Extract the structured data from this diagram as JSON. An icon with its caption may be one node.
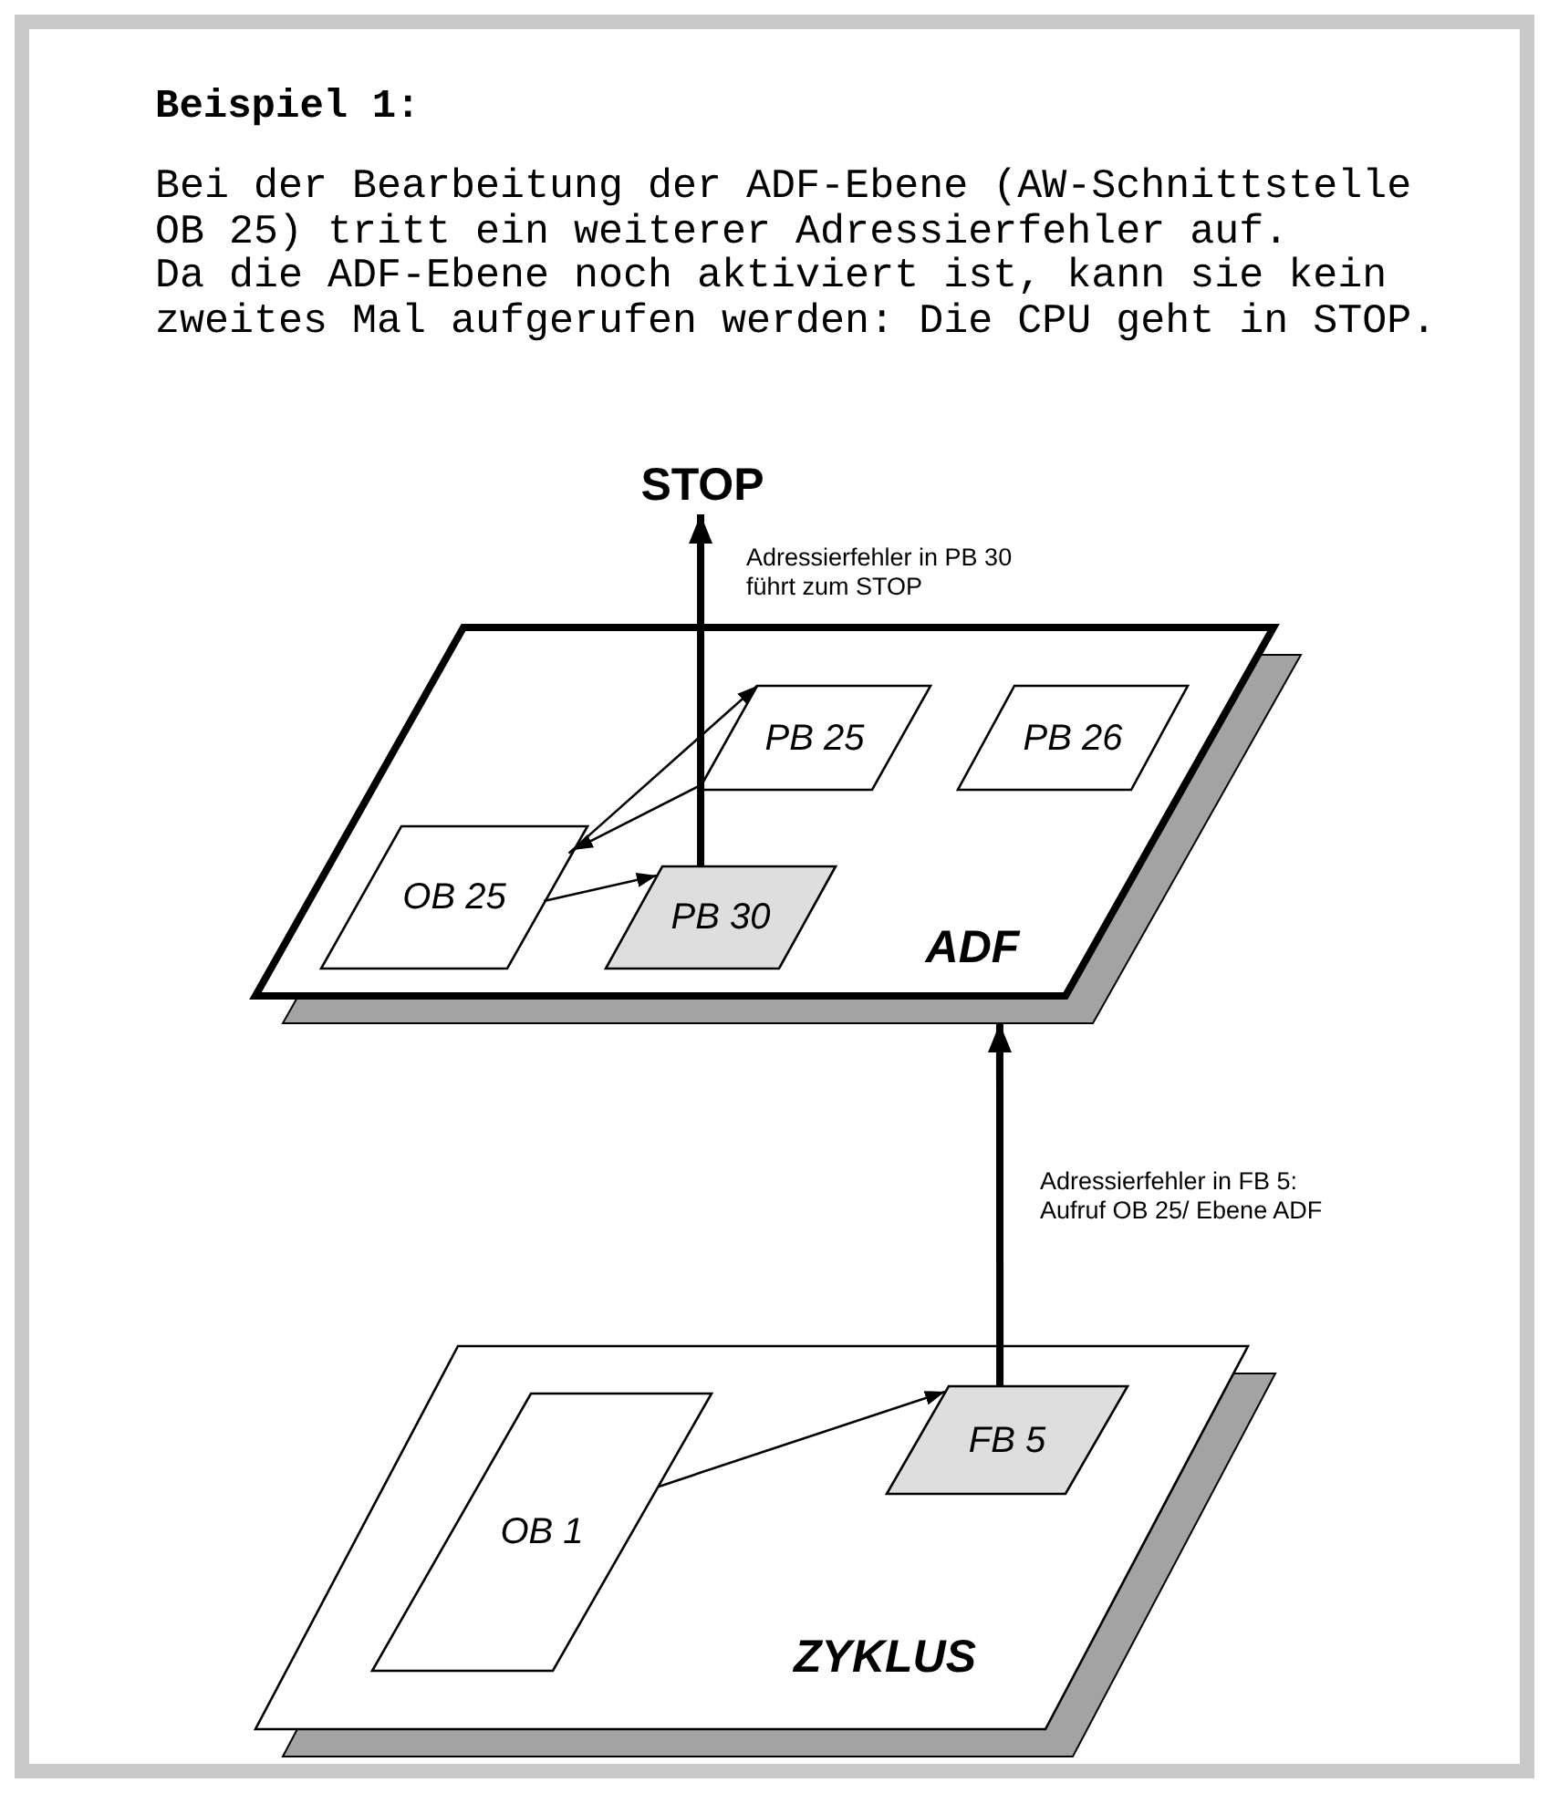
{
  "diagram": {
    "title": "Beispiel 1:",
    "nodes": [
      {
        "text": [
          "ADF"
        ]
      },
      {
        "text": [
          "OB 25"
        ],
        "in": 0
      },
      {
        "text": [
          "PB 25"
        ],
        "in": 0
      },
      {
        "text": [
          "PB 26"
        ],
        "in": 0
      },
      {
        "text": [
          "PB 30"
        ],
        "in": 0
      },
      {
        "text": [
          "STOP"
        ]
      },
      {
        "text": [
          "ZYKLUS"
        ]
      },
      {
        "text": [
          "OB 1"
        ],
        "in": 6
      },
      {
        "text": [
          "FB 5"
        ],
        "in": 6
      }
    ],
    "edges": [
      {
        "from": 1,
        "to": 2,
        "arrow": "to"
      },
      {
        "from": 2,
        "to": 1,
        "arrow": "to"
      },
      {
        "from": 1,
        "to": 4,
        "arrow": "to"
      },
      {
        "from": 4,
        "to": 5,
        "arrow": "to",
        "label": "Adressierfehler in PB 30 führt zum STOP",
        "style": "thick"
      },
      {
        "from": 7,
        "to": 8,
        "arrow": "to"
      },
      {
        "from": 8,
        "to": 0,
        "arrow": "to",
        "label": "Adressierfehler in FB 5: Aufruf OB 25/ Ebene ADF",
        "style": "thick"
      }
    ],
    "labels": [
      "Bei der Bearbeitung der ADF-Ebene (AW-Schnittstelle OB 25) tritt ein weiterer Adressierfehler auf.",
      "Da die ADF-Ebene noch aktiviert ist, kann sie kein zweites Mal aufgerufen werden: Die CPU geht in STOP."
    ]
  }
}
